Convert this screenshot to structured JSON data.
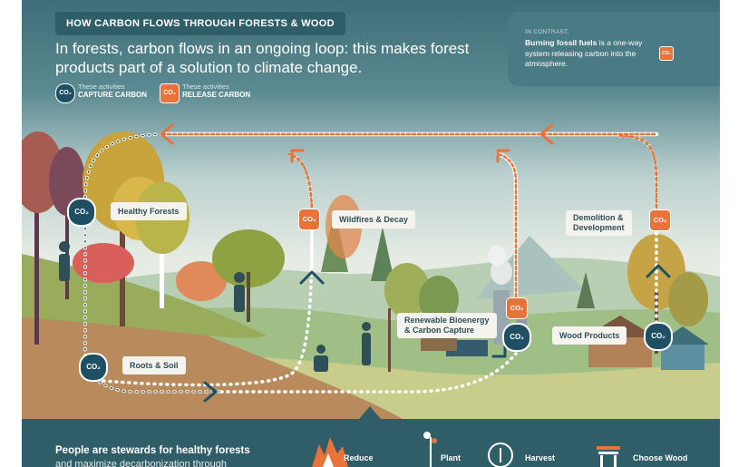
{
  "header": {
    "kicker": "HOW CARBON FLOWS THROUGH FORESTS & WOOD",
    "headline": "In forests, carbon flows in an ongoing loop: this makes forest products part of a solution to climate change."
  },
  "legend": {
    "capture": {
      "icon": "CO₂",
      "line1": "These activities",
      "line2": "CAPTURE CARBON"
    },
    "release": {
      "icon": "CO₂",
      "line1": "These activities",
      "line2": "RELEASE CARBON"
    }
  },
  "contrast": {
    "kicker": "IN CONTRAST,",
    "bold": "Burning fossil fuels",
    "rest": " is a one-way system releasing carbon into the atmosphere.",
    "icon": "CO₂"
  },
  "nodes": {
    "healthy_forests": {
      "label": "Healthy Forests",
      "icon": "CO₂"
    },
    "roots_soil": {
      "label": "Roots & Soil",
      "icon": "CO₂"
    },
    "wildfires": {
      "label": "Wildfires & Decay",
      "icon": "CO₂"
    },
    "bioenergy": {
      "line1": "Renewable Bioenergy",
      "line2": "& Carbon Capture",
      "icon_release": "CO₂",
      "icon_capture": "CO₂"
    },
    "demolition": {
      "line1": "Demolition &",
      "line2": "Development",
      "icon": "CO₂"
    },
    "wood_products": {
      "label": "Wood Products",
      "icon": "CO₂"
    }
  },
  "bottom": {
    "headline": "People are stewards for healthy forests",
    "sub": "and maximize decarbonization through",
    "actions": [
      {
        "label": "Reduce"
      },
      {
        "label": "Plant"
      },
      {
        "label": "Harvest"
      },
      {
        "label": "Choose Wood"
      }
    ]
  },
  "colors": {
    "capture": "#1e4f62",
    "release": "#e8733a",
    "band": "#2f5d68",
    "sky": "#3e6e78"
  }
}
